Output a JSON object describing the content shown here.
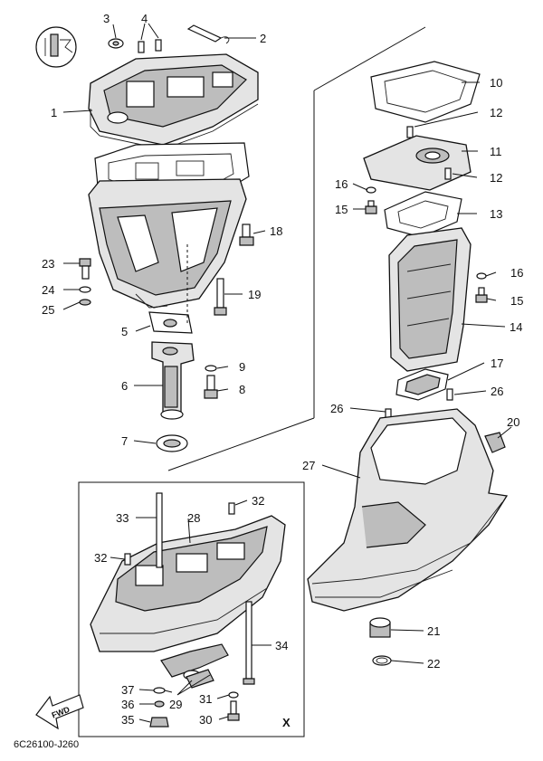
{
  "labels": {
    "p1": "1",
    "p2": "2",
    "p3": "3",
    "p4": "4",
    "p5": "5",
    "p6": "6",
    "p7": "7",
    "p8": "8",
    "p9": "9",
    "p10": "10",
    "p11": "11",
    "p12a": "12",
    "p12b": "12",
    "p13": "13",
    "p14": "14",
    "p15a": "15",
    "p15b": "15",
    "p16a": "16",
    "p16b": "16",
    "p17": "17",
    "p18": "18",
    "p19": "19",
    "p20": "20",
    "p21": "21",
    "p22": "22",
    "p23": "23",
    "p24": "24",
    "p25": "25",
    "p26a": "26",
    "p26b": "26",
    "p27": "27",
    "p28": "28",
    "p29": "29",
    "p30": "30",
    "p31": "31",
    "p32a": "32",
    "p32b": "32",
    "p33": "33",
    "p34": "34",
    "p35": "35",
    "p36": "36",
    "p37": "37"
  },
  "inset_mark": "X",
  "fwd_label": "FWD",
  "diagram_code": "6C26100-J260"
}
